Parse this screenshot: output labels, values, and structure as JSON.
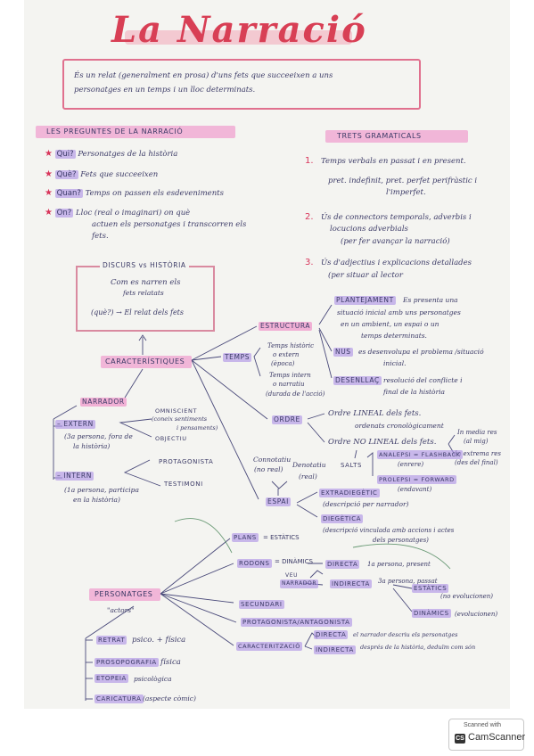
{
  "title": "La Narració",
  "definition": {
    "line1": "És un relat (generalment en prosa) d'uns fets que succeeixen a uns",
    "line2": "personatges en un temps i un lloc determinats."
  },
  "preguntes": {
    "header": "LES PREGUNTES DE LA NARRACIÓ",
    "items": [
      {
        "q": "Qui?",
        "a": "Personatges de la història"
      },
      {
        "q": "Què?",
        "a": "Fets que succeeixen"
      },
      {
        "q": "Quan?",
        "a": "Temps on passen els esdeveniments"
      },
      {
        "q": "On?",
        "a": "Lloc (real o imaginari) on què"
      }
    ],
    "on_cont1": "actuen els personatges i transcorren els",
    "on_cont2": "fets."
  },
  "trets": {
    "header": "TRETS GRAMATICALS",
    "i1_num": "1.",
    "i1_l1": "Temps verbals en passat i en present.",
    "i1_l2": "pret. indefinit, pret. perfet perifràstic i",
    "i1_l3": "l'imperfet.",
    "i2_num": "2.",
    "i2_l1": "Ús de connectors temporals, adverbis i",
    "i2_l2": "locucions adverbials",
    "i2_l3": "(per fer avançar la narració)",
    "i3_num": "3.",
    "i3_l1": "Ús d'adjectius i explicacions detallades",
    "i3_l2": "(per situar al lector"
  },
  "discurs": {
    "header": "DISCURS vs HISTÒRIA",
    "l1": "Com es narren els",
    "l2": "fets relatats",
    "l3": "(què?) → El relat dels fets"
  },
  "caracteristiques": "CARACTERÍSTIQUES",
  "temps": {
    "label": "TEMPS",
    "historic1": "Temps històric",
    "historic2": "o extern",
    "historic3": "(època)",
    "intern1": "Temps intern",
    "intern2": "o narratiu",
    "intern3": "(durada de l'acció)"
  },
  "estructura": {
    "label": "ESTRUCTURA",
    "plant_label": "PLANTEJAMENT",
    "plant_l1": "Es presenta una",
    "plant_l2": "situació inicial amb uns personatges",
    "plant_l3": "en un ambient, un espai o un",
    "plant_l4": "temps determinats.",
    "nus_label": "NUS",
    "nus_l1": "es desenvolupa el problema /situació",
    "nus_l2": "inicial.",
    "desen_label": "DESENLLAÇ",
    "desen_l1": "resolució del conflicte i",
    "desen_l2": "final de la història"
  },
  "ordre": {
    "label": "ORDRE",
    "lineal": "Ordre LINEAL dels fets.",
    "lineal_sub": "ordenats cronològicament",
    "nolineal": "Ordre NO LINEAL dels fets.",
    "media1": "In media res",
    "media2": "(al mig)",
    "extrema1": "In extrema res",
    "extrema2": "(des del final)",
    "salts": "SALTS",
    "analepsi": "ANALEPSI = FLASHBACK",
    "analepsi_sub": "(enrere)",
    "prolepsi": "PROLEPSI = FORWARD",
    "prolepsi_sub": "(endavant)"
  },
  "espai": {
    "label": "ESPAI",
    "connotatiu1": "Connotatiu",
    "connotatiu2": "(no real)",
    "denotatiu1": "Denotatiu",
    "denotatiu2": "(real)",
    "extra": "EXTRADIEGÈTIC",
    "extra_sub": "(descripció per narrador)",
    "dieg": "DIEGÈTICA",
    "dieg_sub1": "(descripció vinculada amb accions i actes",
    "dieg_sub2": "dels personatges)"
  },
  "narrador": {
    "label": "NARRADOR",
    "extern": "EXTERN",
    "extern_sub1": "(3a persona, fora de",
    "extern_sub2": "la història)",
    "omnis": "OMNISCIENT",
    "omnis_sub1": "(coneix sentiments",
    "omnis_sub2": "i pensaments)",
    "objectiu": "OBJECTIU",
    "intern": "INTERN",
    "intern_sub1": "(1a persona, participa",
    "intern_sub2": "en la història)",
    "protag": "PROTAGONISTA",
    "testimoni": "TESTIMONI"
  },
  "personatges": {
    "label": "PERSONATGES",
    "sub": "\"actors\"",
    "plans": "PLANS",
    "plans_def": "= ESTÀTICS",
    "rodons": "RODONS",
    "rodons_def": "= DINÀMICS",
    "veu1": "VEU",
    "veu2": "NARRADOR",
    "directa": "DIRECTA",
    "directa_def1": "1a persona, present",
    "indirecta": "INDIRECTA",
    "indirecta_def": "3a persona, passat",
    "estatics": "ESTÀTICS",
    "estatics_sub": "(no evolucionen)",
    "dinamics": "DINÀMICS",
    "dinamics_sub": "(evolucionen)",
    "secundari": "SECUNDARI",
    "protag": "PROTAGONISTA/ANTAGONISTA",
    "caract": "CARACTERITZACIÓ",
    "c_directa": "DIRECTA",
    "c_directa_def": "el narrador descriu els personatges",
    "c_indirecta": "INDIRECTA",
    "c_indirecta_def": "després de la història, deduïm com són"
  },
  "retrat": {
    "retrat": "RETRAT",
    "retrat_def": "psico. + física",
    "proso": "PROSOPOGRAFIA",
    "proso_def": "física",
    "etopeia": "ETOPEIA",
    "etopeia_def": "psicològica",
    "carica": "CARICATURA",
    "carica_def": "(aspecte còmic)"
  },
  "scanner": {
    "scanned": "Scanned with",
    "cs": "CS",
    "brand": "CamScanner"
  }
}
